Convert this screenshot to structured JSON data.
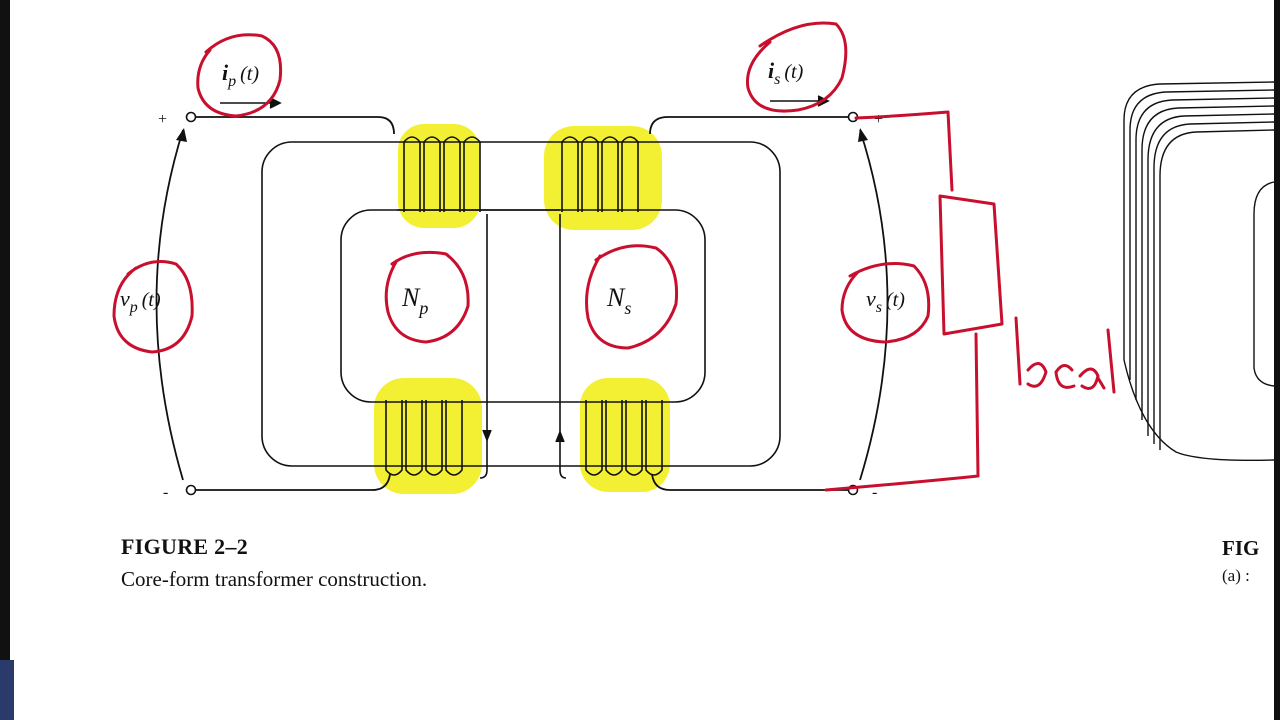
{
  "diagram": {
    "labels": {
      "ip": "i",
      "ip_sub": "p",
      "ip_arg": "(t)",
      "is": "i",
      "is_sub": "s",
      "is_arg": "(t)",
      "vp": "v",
      "vp_sub": "p",
      "vp_arg": "(t)",
      "vs": "v",
      "vs_sub": "s",
      "vs_arg": "(t)",
      "np": "N",
      "np_sub": "p",
      "ns": "N",
      "ns_sub": "s",
      "plus": "+",
      "minus": "-"
    },
    "annotation": {
      "load_text": "load",
      "ink_color": "#c8102e",
      "highlight_color": "#f2ee1e"
    }
  },
  "figure": {
    "title": "FIGURE 2–2",
    "caption": "Core-form transformer construction.",
    "next_title": "FIG",
    "next_caption": "(a) :"
  }
}
